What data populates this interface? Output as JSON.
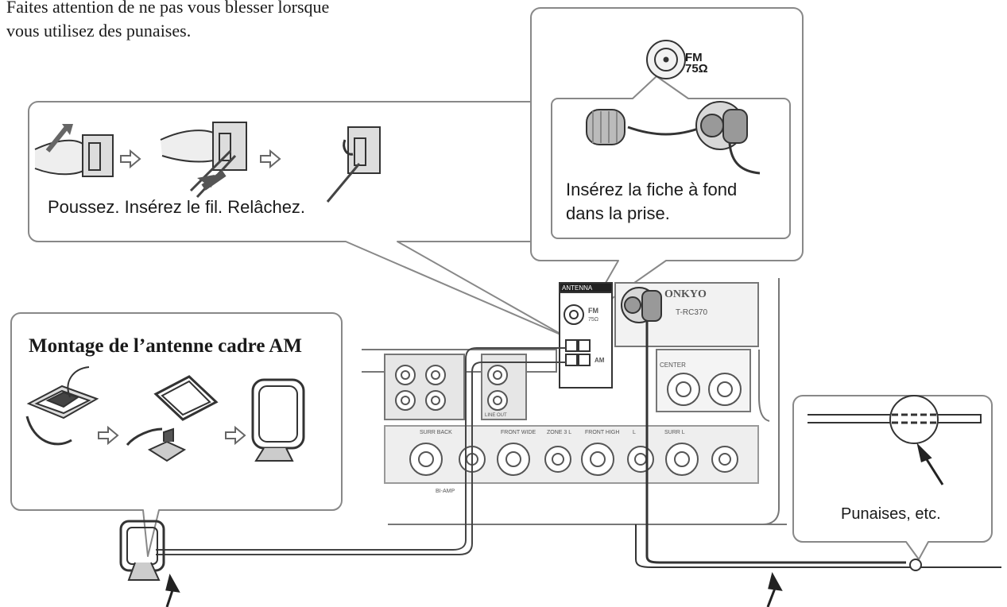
{
  "warning_text": [
    "Faites attention de ne pas vous blesser lorsque",
    "vous utilisez des punaises."
  ],
  "callouts": {
    "push_wire": "Poussez. Insérez le fil. Relâchez.",
    "insert_plug": [
      "Insérez la fiche à fond",
      "dans la prise."
    ],
    "am_loop_title": "Montage de l’antenne cadre AM",
    "tacks": "Punaises, etc."
  },
  "fm_jack": {
    "name": "FM",
    "impedance": "75Ω"
  },
  "panel": {
    "antenna_label": "ANTENNA",
    "fm_label": "FM",
    "fm_imp": "75Ω",
    "am_label": "AM",
    "brand": "ONKYO",
    "model": "T-RC370",
    "center": "CENTER",
    "surr_back": "SURR BACK",
    "front_wide": "FRONT WIDE",
    "zone": "ZONE 3 L",
    "front_high": "FRONT HIGH",
    "l": "L",
    "surr_l": "SURR L",
    "line_out": "LINE OUT",
    "bi_amp": "BI-AMP"
  }
}
